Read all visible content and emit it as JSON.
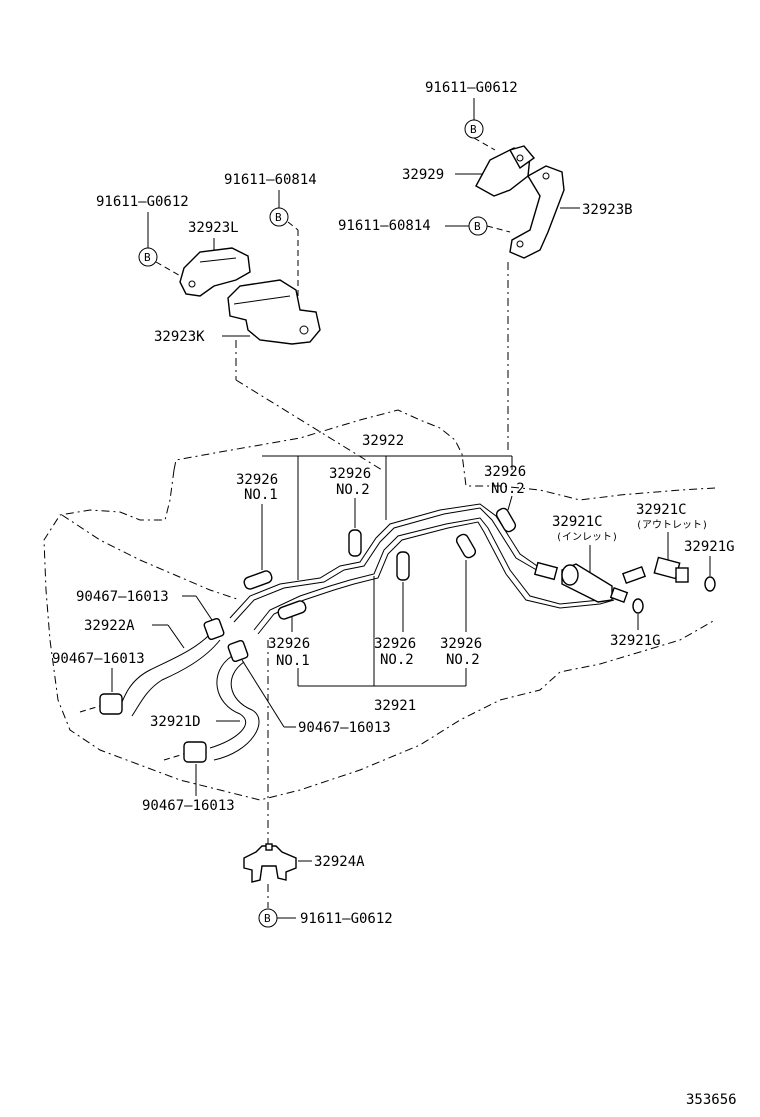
{
  "labels": {
    "bolt_top": "91611–G0612",
    "bolt_left_top": "91611–60814",
    "bolt_left_outer": "91611–G0612",
    "bolt_right_mid": "91611–60814",
    "bracket_32929": "32929",
    "bracket_32923B": "32923B",
    "bracket_32923L": "32923L",
    "bracket_32923K": "32923K",
    "tube_32922": "32922",
    "grommet_a": "32926",
    "grommet_a_no": "NO.1",
    "grommet_b": "32926",
    "grommet_b_no": "NO.2",
    "grommet_c": "32926",
    "grommet_c_no": "NO.2",
    "inlet_c": "32921C",
    "inlet_c_jp": "(インレット)",
    "outlet_c": "32921C",
    "outlet_c_jp": "(アウトレット)",
    "oring_g_right": "32921G",
    "oring_g_lower": "32921G",
    "clamp_upper": "90467–16013",
    "hose_32922A": "32922A",
    "clamp_left": "90467–16013",
    "grommet_d": "32926",
    "grommet_d_no": "NO.1",
    "grommet_e": "32926",
    "grommet_e_no": "NO.2",
    "grommet_f": "32926",
    "grommet_f_no": "NO.2",
    "tube_32921": "32921",
    "hose_32921D": "32921D",
    "clamp_mid": "90467–16013",
    "clamp_bottom": "90467–16013",
    "bracket_32924A": "32924A",
    "bolt_bottom": "91611–G0612",
    "drawing_number": "353656"
  },
  "bolt_marker": "B"
}
